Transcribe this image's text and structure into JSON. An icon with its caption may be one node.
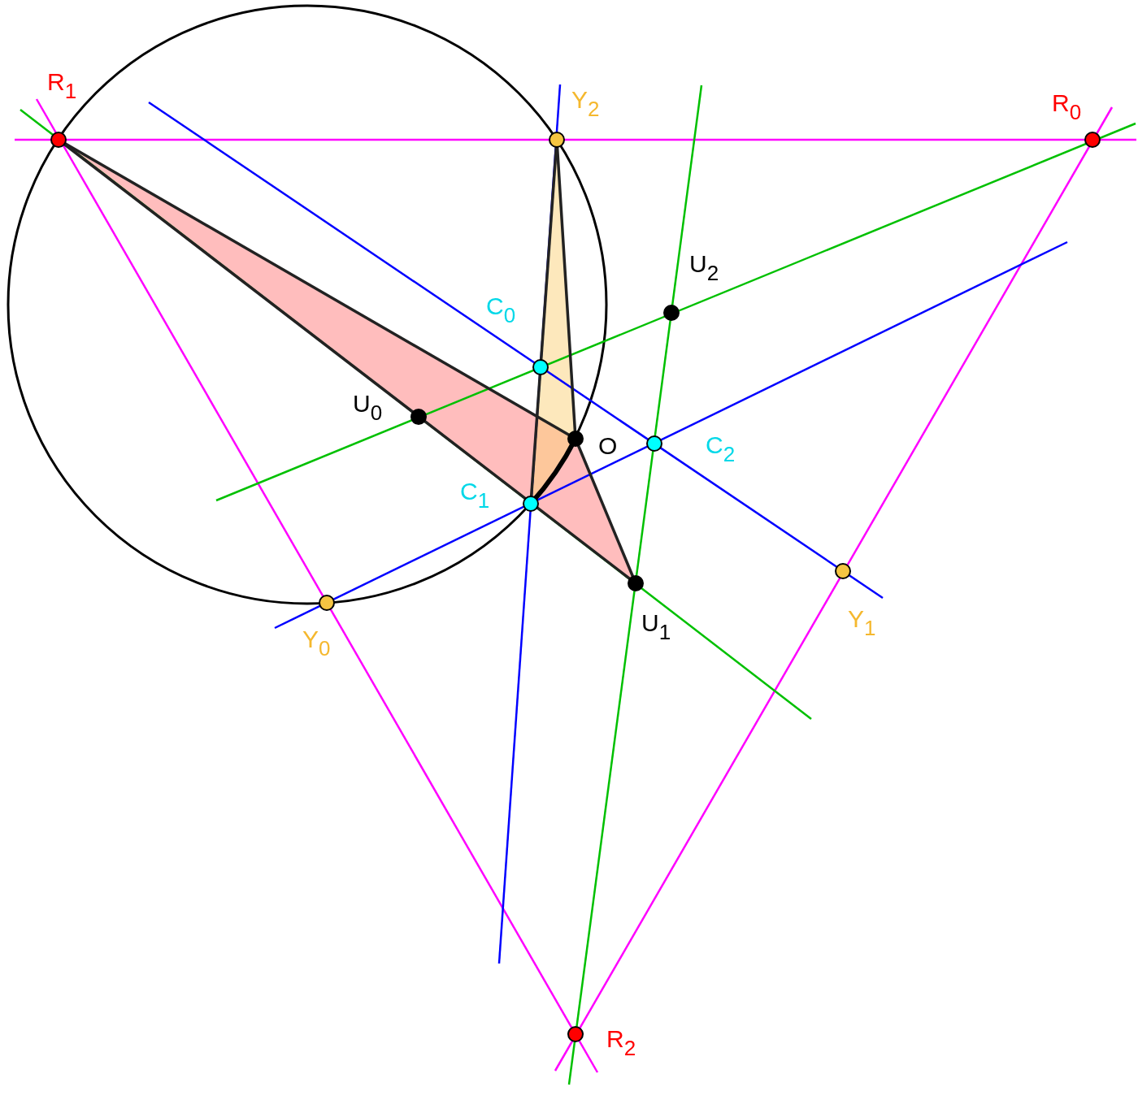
{
  "diagram": {
    "labels": [
      "R$_{1}$",
      "Y$_{2}$",
      "R$_{0}$",
      "U$_{2}$",
      "C$_{0}$",
      "U$_{0}$",
      "O",
      "C$_{2}$",
      "C$_{1}$",
      "U$_{1}$",
      "Y$_{1}$",
      "Y$_{0}$",
      "R$_{2}$"
    ]
  }
}
